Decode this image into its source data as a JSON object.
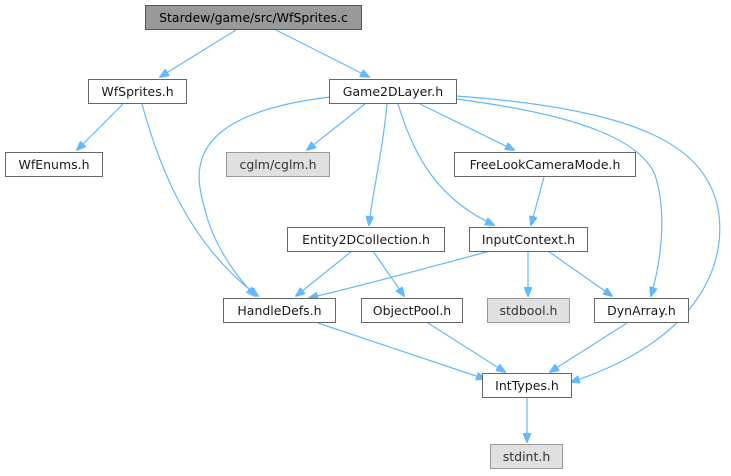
{
  "graph": {
    "root": "Stardew/game/src/WfSprites.c",
    "nodes": {
      "wfsprites_c": "Stardew/game/src/WfSprites.c",
      "wfsprites_h": "WfSprites.h",
      "game2dlayer_h": "Game2DLayer.h",
      "wfenums_h": "WfEnums.h",
      "cglm_h": "cglm/cglm.h",
      "freelook_h": "FreeLookCameraMode.h",
      "entity2d_h": "Entity2DCollection.h",
      "inputcontext_h": "InputContext.h",
      "handledefs_h": "HandleDefs.h",
      "objectpool_h": "ObjectPool.h",
      "stdbool_h": "stdbool.h",
      "dynarray_h": "DynArray.h",
      "inttypes_h": "IntTypes.h",
      "stdint_h": "stdint.h"
    },
    "edges": [
      [
        "wfsprites_c",
        "wfsprites_h"
      ],
      [
        "wfsprites_c",
        "game2dlayer_h"
      ],
      [
        "wfsprites_h",
        "wfenums_h"
      ],
      [
        "wfsprites_h",
        "handledefs_h"
      ],
      [
        "game2dlayer_h",
        "cglm_h"
      ],
      [
        "game2dlayer_h",
        "freelook_h"
      ],
      [
        "game2dlayer_h",
        "entity2d_h"
      ],
      [
        "game2dlayer_h",
        "inputcontext_h"
      ],
      [
        "game2dlayer_h",
        "handledefs_h"
      ],
      [
        "game2dlayer_h",
        "dynarray_h"
      ],
      [
        "game2dlayer_h",
        "inttypes_h"
      ],
      [
        "freelook_h",
        "inputcontext_h"
      ],
      [
        "entity2d_h",
        "handledefs_h"
      ],
      [
        "entity2d_h",
        "objectpool_h"
      ],
      [
        "inputcontext_h",
        "handledefs_h"
      ],
      [
        "inputcontext_h",
        "stdbool_h"
      ],
      [
        "inputcontext_h",
        "dynarray_h"
      ],
      [
        "handledefs_h",
        "inttypes_h"
      ],
      [
        "objectpool_h",
        "inttypes_h"
      ],
      [
        "dynarray_h",
        "inttypes_h"
      ],
      [
        "inttypes_h",
        "stdint_h"
      ]
    ]
  },
  "colors": {
    "edge": "#63b8ff",
    "root_fill": "#999999",
    "external_fill": "#e0e0e0",
    "node_border": "#666666"
  }
}
